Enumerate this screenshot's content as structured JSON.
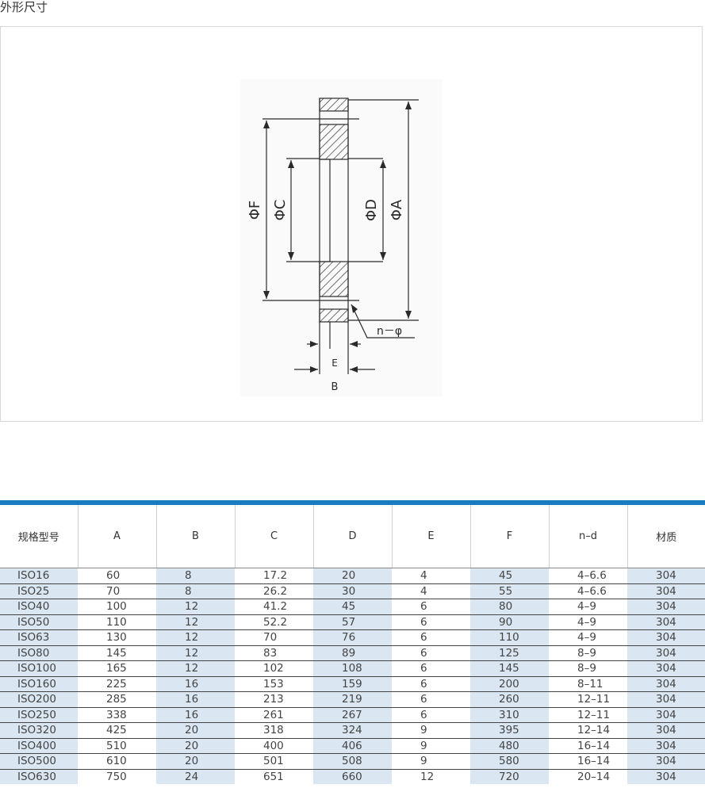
{
  "page": {
    "section_title": "外形尺寸"
  },
  "figure": {
    "labels": {
      "phiF": "ΦF",
      "phiC": "ΦC",
      "phiD": "ΦD",
      "phiA": "ΦA",
      "E": "E",
      "B": "B",
      "n_phi": "n－φ"
    }
  },
  "table": {
    "headers": [
      "规格型号",
      "A",
      "B",
      "C",
      "D",
      "E",
      "F",
      "n–d",
      "材质"
    ],
    "rows": [
      [
        "ISO16",
        "60",
        "8",
        "17.2",
        "20",
        "4",
        "45",
        "4–6.6",
        "304"
      ],
      [
        "ISO25",
        "70",
        "8",
        "26.2",
        "30",
        "4",
        "55",
        "4–6.6",
        "304"
      ],
      [
        "ISO40",
        "100",
        "12",
        "41.2",
        "45",
        "6",
        "80",
        "4–9",
        "304"
      ],
      [
        "ISO50",
        "110",
        "12",
        "52.2",
        "57",
        "6",
        "90",
        "4–9",
        "304"
      ],
      [
        "ISO63",
        "130",
        "12",
        "70",
        "76",
        "6",
        "110",
        "4–9",
        "304"
      ],
      [
        "ISO80",
        "145",
        "12",
        "83",
        "89",
        "6",
        "125",
        "8–9",
        "304"
      ],
      [
        "ISO100",
        "165",
        "12",
        "102",
        "108",
        "6",
        "145",
        "8–9",
        "304"
      ],
      [
        "ISO160",
        "225",
        "16",
        "153",
        "159",
        "6",
        "200",
        "8–11",
        "304"
      ],
      [
        "ISO200",
        "285",
        "16",
        "213",
        "219",
        "6",
        "260",
        "12–11",
        "304"
      ],
      [
        "ISO250",
        "338",
        "16",
        "261",
        "267",
        "6",
        "310",
        "12–11",
        "304"
      ],
      [
        "ISO320",
        "425",
        "20",
        "318",
        "324",
        "9",
        "395",
        "12–14",
        "304"
      ],
      [
        "ISO400",
        "510",
        "20",
        "400",
        "406",
        "9",
        "480",
        "16–14",
        "304"
      ],
      [
        "ISO500",
        "610",
        "20",
        "501",
        "508",
        "9",
        "580",
        "16–14",
        "304"
      ],
      [
        "ISO630",
        "750",
        "24",
        "651",
        "660",
        "12",
        "720",
        "20–14",
        "304"
      ]
    ]
  }
}
